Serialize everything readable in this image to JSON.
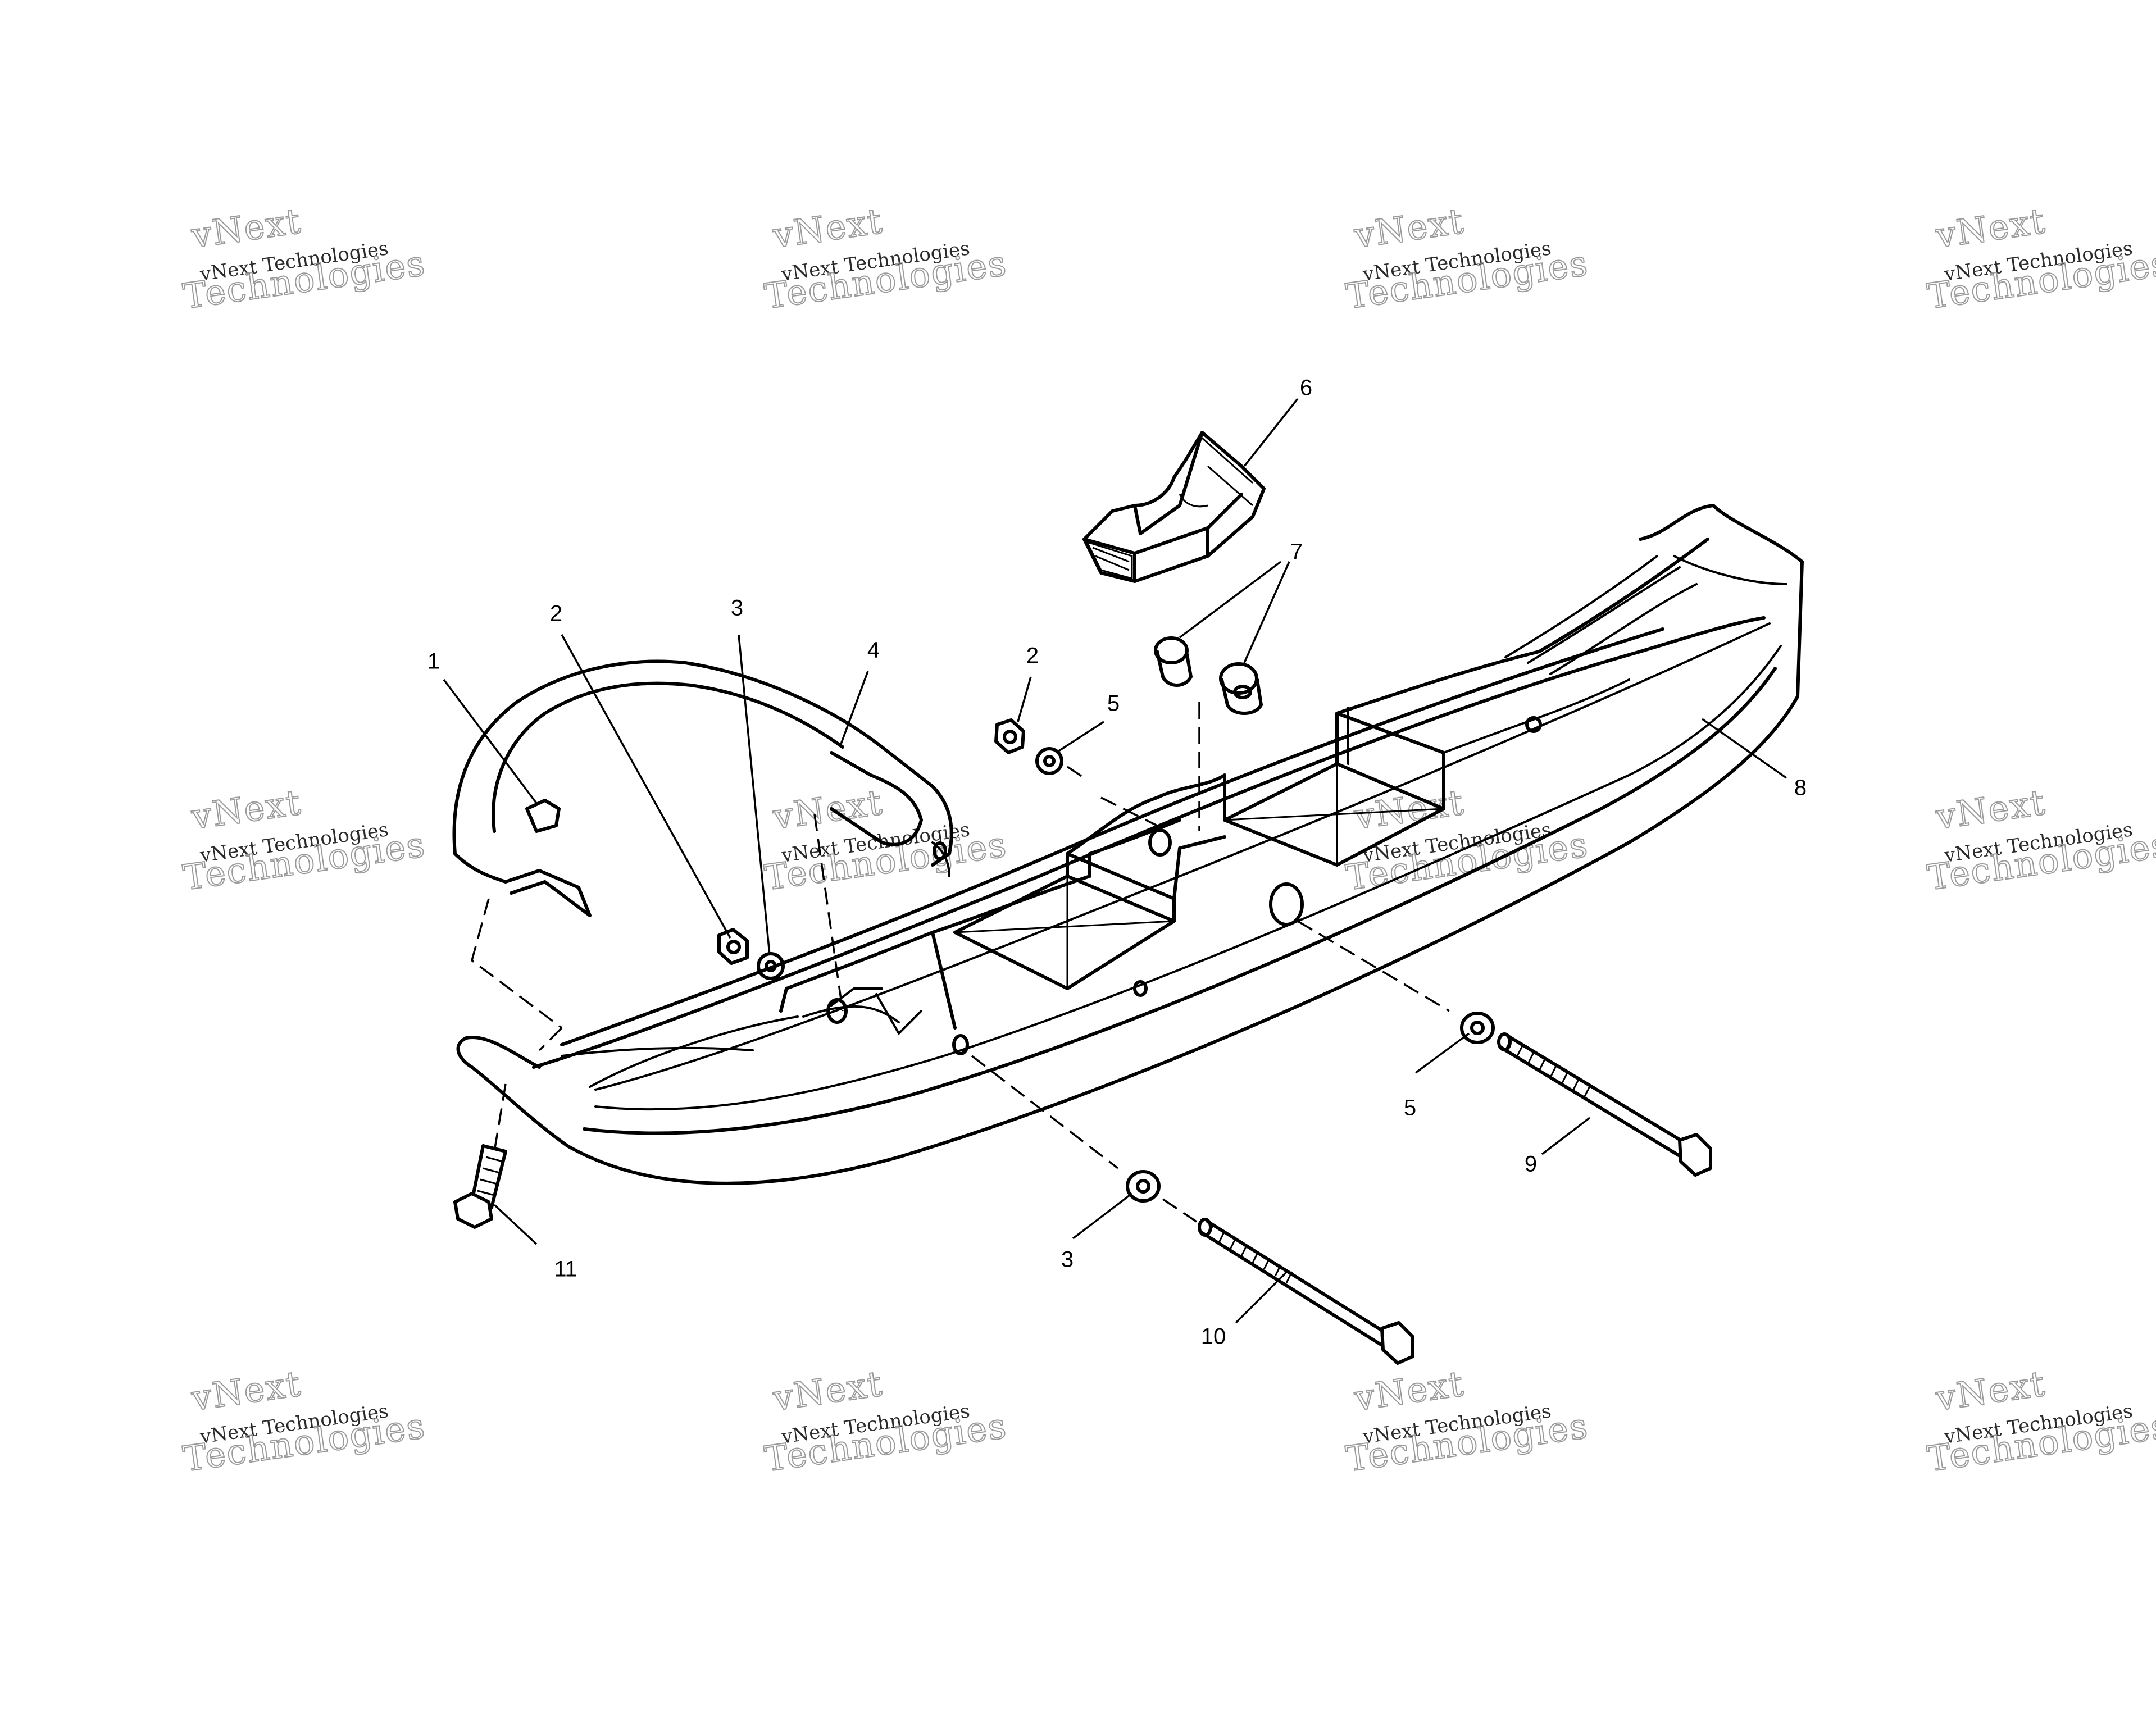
{
  "watermark": {
    "line_top": "vNext",
    "line_mid": "vNext Technologies",
    "line_bottom": "Technologies"
  },
  "callouts": [
    {
      "id": "c1",
      "label": "1"
    },
    {
      "id": "c2a",
      "label": "2"
    },
    {
      "id": "c3a",
      "label": "3"
    },
    {
      "id": "c4",
      "label": "4"
    },
    {
      "id": "c2b",
      "label": "2"
    },
    {
      "id": "c5a",
      "label": "5"
    },
    {
      "id": "c6",
      "label": "6"
    },
    {
      "id": "c7",
      "label": "7"
    },
    {
      "id": "c8",
      "label": "8"
    },
    {
      "id": "c5b",
      "label": "5"
    },
    {
      "id": "c9",
      "label": "9"
    },
    {
      "id": "c3b",
      "label": "3"
    },
    {
      "id": "c10",
      "label": "10"
    },
    {
      "id": "c11",
      "label": "11"
    }
  ]
}
